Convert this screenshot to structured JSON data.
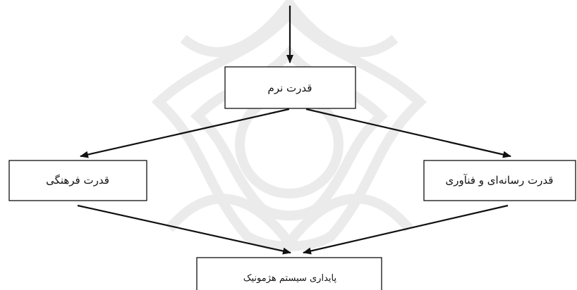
{
  "diagram": {
    "nodes": {
      "soft_power": {
        "label": "قدرت نرم"
      },
      "cultural_power": {
        "label": "قدرت فرهنگی"
      },
      "media_tech_power": {
        "label": "قدرت رسانه‌ای و فنآوری"
      },
      "hegemonic_stability": {
        "label": "پایداری سیستم هژمونیک"
      }
    },
    "edges": [
      {
        "from": "",
        "to": "soft_power"
      },
      {
        "from": "soft_power",
        "to": "cultural_power"
      },
      {
        "from": "soft_power",
        "to": "media_tech_power"
      },
      {
        "from": "cultural_power",
        "to": "hegemonic_stability"
      },
      {
        "from": "media_tech_power",
        "to": "hegemonic_stability"
      }
    ],
    "colors": {
      "line": "#111111",
      "watermark": "#ebebeb"
    },
    "watermark_icon": "arabesque-star-watermark-icon"
  }
}
